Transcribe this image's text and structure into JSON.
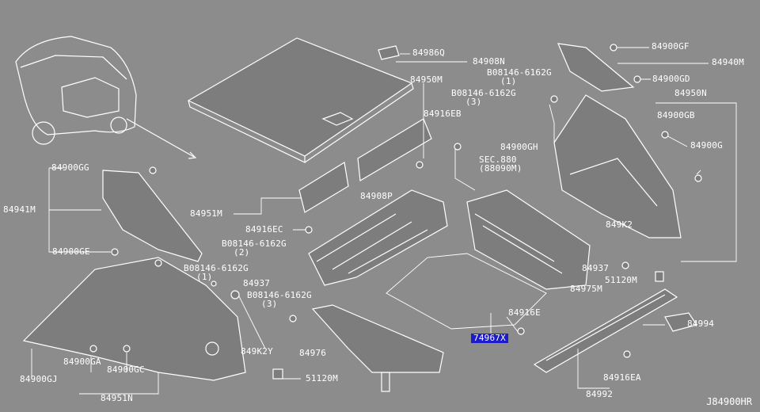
{
  "diagram": {
    "code": "J84900HR",
    "highlighted": "74967X",
    "labels": {
      "p84986Q": "84986Q",
      "p84908N": "84908N",
      "p84900GF": "84900GF",
      "p84940M": "84940M",
      "p84900GD": "84900GD",
      "p84950M": "84950M",
      "p84950N": "84950N",
      "b_top1": "B08146-6162G",
      "b_top1q": "(1)",
      "b_top2": "B08146-6162G",
      "b_top2q": "(3)",
      "p84916EB": "84916EB",
      "p84900GB": "84900GB",
      "p84900GH": "84900GH",
      "p84900G": "84900G",
      "sec880": "SEC.880",
      "sec880b": "(88090M)",
      "p84900GG": "84900GG",
      "p84941M": "84941M",
      "p84951M": "84951M",
      "p84908P": "84908P",
      "p84916EC": "84916EC",
      "b_mid1": "B08146-6162G",
      "b_mid1q": "(2)",
      "p849K2": "849K2",
      "p84900GE": "84900GE",
      "b_mid2": "B08146-6162G",
      "b_mid2q": "(1)",
      "p84937a": "84937",
      "p84937b": "84937",
      "p51120Ma": "51120M",
      "b_mid3": "B08146-6162G",
      "b_mid3q": "(3)",
      "p84975M": "84975M",
      "p84916E": "84916E",
      "p84994": "84994",
      "p849K2Y": "849K2Y",
      "p84976": "84976",
      "p84900GA": "84900GA",
      "p84900GC": "84900GC",
      "p84900GJ": "84900GJ",
      "p51120Mb": "51120M",
      "p84916EA": "84916EA",
      "p84992": "84992",
      "p84951N": "84951N"
    }
  }
}
